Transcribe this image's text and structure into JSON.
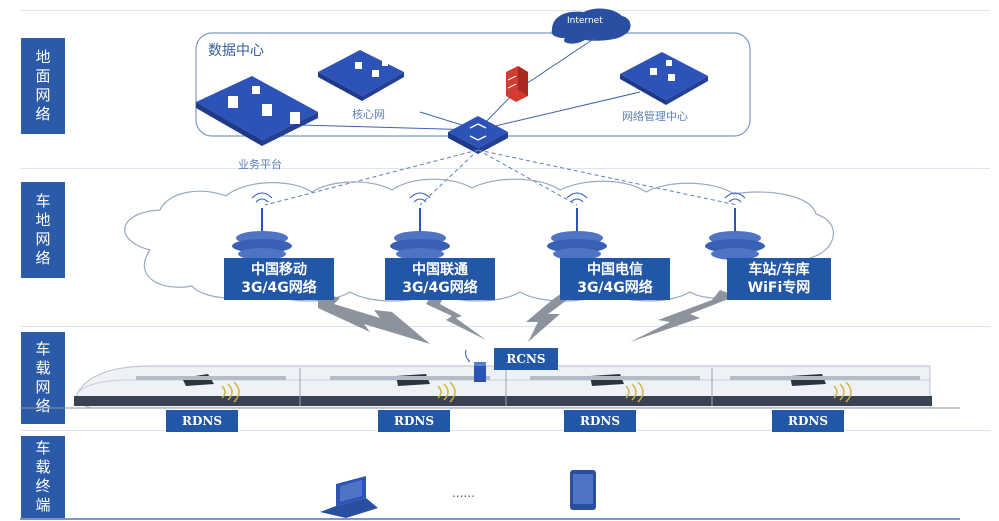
{
  "layers": [
    {
      "label": "地面网络"
    },
    {
      "label": "车地网络"
    },
    {
      "label": "车载网络"
    },
    {
      "label": "车载终端"
    }
  ],
  "data_center": {
    "title": "数据中心",
    "core_network": "核心网",
    "business_platform": "业务平台",
    "nms": "网络管理中心",
    "internet": "Internet"
  },
  "networks": [
    {
      "line1": "中国移动",
      "line2": "3G/4G网络"
    },
    {
      "line1": "中国联通",
      "line2": "3G/4G网络"
    },
    {
      "line1": "中国电信",
      "line2": "3G/4G网络"
    },
    {
      "line1": "车站/车库",
      "line2": "WiFi专网"
    }
  ],
  "rcns": "RCNS",
  "rdns": [
    "RDNS",
    "RDNS",
    "RDNS",
    "RDNS"
  ],
  "terminal_ellipsis": "......",
  "colors": {
    "layer_blue": "#2b5aa8",
    "box_blue": "#2256a6",
    "iso_blue": "#2d52b8",
    "firewall_red": "#d43a2f"
  },
  "icons": [
    "laptop-icon",
    "tablet-icon",
    "switch-icon",
    "firewall-icon",
    "tower-icon",
    "server-icon"
  ]
}
